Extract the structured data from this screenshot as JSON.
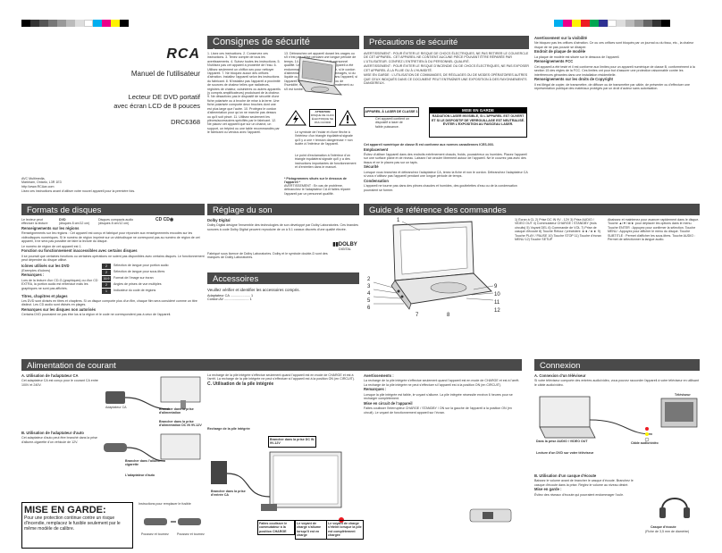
{
  "cover": {
    "brand": "RCA",
    "manual_title": "Manuel de l'utilisateur",
    "product_line1": "Lecteur DE DVD portatif",
    "product_line2": "avec écran LCD de 8 pouces",
    "model": "DRC6368",
    "address_line1": "AVC Multimedia,",
    "address_line2": "Markham, Ontario, L3R 1E3",
    "url": "http://www.RCAav.com",
    "intro": "Lisez ces instructions avant d'utiliser votre nouvel appareil pour la première fois."
  },
  "safety": {
    "title": "Consignes de sécurité importantes",
    "items_left": "1. Lisez ces instructions. 2. Conservez ces instructions. 3. Tenez compte de tous les avertissements. 4. Suivez toutes les instructions. 5. N'utilisez pas cet appareil à proximité de l'eau. 6. Utilisez seulement un chiffon sec pour nettoyer l'appareil. 7. Ne bloquez aucun des orifices d'aération. Installez l'appareil selon les instructions du fabricant. 8. N'installez pas l'appareil à proximité de sources de chaleur telles que radiateurs, registres de chaleur, cuisinières ou autres appareils (y compris amplificateurs) produisant de la chaleur. 9. Ne désactivez pas le dispositif de sécurité d'une fiche polarisée ou à broche de mise à la terre. Une fiche polarisée comporte deux broches dont une est plus large que l'autre. 10. Protégez le cordon d'alimentation pour qu'on ne marche pas dessus ou qu'il soit pincé. 11. Utilisez seulement les pièces/accessoires spécifiés par le fabricant. 12. Ne placez cet appareil que sur un chariot, un support, un trépied ou une table recommandés par le fabricant ou vendus avec l'appareil.",
    "items_right": "13. Débranchez cet appareil durant les orages ou s'il n'est pas utilisé pendant une longue période de temps. 14. Confiez l'entretien à du personnel qualifié. Un entretien est requis si l'appareil a été endommagé d'une façon quelconque, si le cordon d'alimentation ou la fiche sont endommagés, si du liquide ou des objets sont tombés dans l'appareil, si l'appareil a été exposé à de la pluie ou de l'humidité, s'il ne fonctionne pas normalement ou s'il est tombé.",
    "lightning_caption": "Le symbole de l'éclair et d'une flèche à l'intérieur d'un triangle équilatéral signale qu'il y a une « tension dangereuse » non isolée à l'intérieur de l'appareil.",
    "exclaim_caption": "Le point d'exclamation à l'intérieur d'un triangle équilatéral signale qu'il y a des instructions importantes de fonctionnement et d'entretien dans le manuel.",
    "footnote": "* Pictogrammes situés sur le dessous de l'appareil *",
    "warning_short": "AVERTISSEMENT : En cas de problème, débranchez le l'adaptateur CA et faites réparer l'appareil par un personnel qualifié.",
    "lightning_label": "ATTENTION",
    "lightning_sub": "RISQUE DE CHOC ÉLECTRIQUE NE PAS OUVRIR",
    "laser_label": "APPAREIL À LASER DE CLASSE 1",
    "laser_note": "Cet appareil contient un dispositif à laser de faible puissance."
  },
  "precautions": {
    "title": "Précautions de sécurité",
    "text1": "AVERTISSEMENT : POUR ÉVITER LE RISQUE DE CHOCS ÉLECTRIQUES, NE PAS RETIRER LE COUVERCLE DE CET APPAREIL. CET APPAREIL NE CONTIENT AUCUNE PIÈCE POUVANT ÊTRE RÉPARÉE PAR L'UTILISATEUR. CONFIEZ L'ENTRETIEN À DU PERSONNEL QUALIFIÉ.",
    "text2": "AVERTISSEMENT : POUR ÉVITER LE RISQUE D'INCENDIE OU DE CHOCS ÉLECTRIQUES, NE PAS EXPOSER CET APPAREIL À LA PLUIE OU À L'HUMIDITÉ.",
    "text3": "MISE EN GARDE : L'UTILISATION DE COMMANDES, DE RÉGLAGES OU DE MODES OPÉRATOIRES AUTRES QUE CEUX INDIQUÉS DANS CE DOCUMENT PEUT ENTRAÎNER UNE EXPOSITION À DES RAYONNEMENTS DANGEREUX.",
    "caution_title": "MISE EN GARDE",
    "caution_text": "RADIATION LASER INVISIBLE, SI L'APPAREIL EST OUVERT ET SI LE DISPOSITIF DE VERROUILLAGE EST NEUTRALISÉ. ÉVITER L'EXPOSITION AU FAISCEAU LASER.",
    "laser_comply": "Cet appareil numérique de classe B est conforme aux normes canadiennes ICES-003.",
    "placement_title": "Emplacement",
    "placement_text": "Évitez d'utiliser l'appareil dans des endroits extrêmement chauds, froids, poussiéreux ou humides. Placez l'appareil sur une surface plane et de niveau. Laissez l'air circuler librement autour de l'appareil. Ne le couvrez pas avec des tissus et ne le placez pas sur un tapis.",
    "security_title": "Sécurité",
    "security_text": "Lorsque vous branchez et débranchez l'adaptateur CA, tenez la fiche et non le cordon. Débranchez l'adaptateur CA si vous n'utilisez pas l'appareil pendant une longue période de temps.",
    "condensation_title": "Condensation",
    "condensation_text": "L'appareil ne tourne pas dans des pièces chaudes et humides, des gouttelettes d'eau ou de la condensation pourraient se former.",
    "right_warning_title": "Avertissement sur la visibilité",
    "right_warning_text": "Ne bloquez pas les orifices d'aération. Ce ou ces orifices sont bloqués par un journal ou du tissu, etc., la chaleur risque de ne pas pouvoir se dissiper.",
    "stand_title": "Endroit de plaque de modèle",
    "stand_text": "La plaque de modèle est située sur le dessous de l'appareil.",
    "fcc_title": "Renseignements FCC",
    "fcc_text": "Cet appareil a été testé et il est conforme aux limites pour un appareil numérique de classe B, conformément à la section 15 des règles de la FCC. Ces limites ont pour but d'assurer une protection raisonnable contre les interférences gênantes dans une installation résidentielle.",
    "copyright_title": "Renseignements sur les droits de Copyright",
    "copyright_text": "Il est illégal de copier, de transmettre, de diffuser ou de transmettre par câble, de présenter ou d'effectuer une représentation publique des matériaux protégés par un droit d'auteur sans autorisation."
  },
  "sections": {
    "formats": "Formats de disques",
    "sound": "Réglage du son",
    "guide": "Guide de référence des commandes",
    "accessories": "Accessoires",
    "power": "Alimentation de courant",
    "connection": "Connexion"
  },
  "formats": {
    "player_reads": "Le lecteur peut effectuer la lecture",
    "dvd_label": "DVD",
    "dvd_size": "(disques 8 cm/12 cm)",
    "cd_label": "Disques compacts audio",
    "cd_size": "(disques 8 cm/12 cm)",
    "region_title": "Renseignements sur les régions",
    "region_text": "Renseignements sur les régions : Cet appareil est conçu et fabriqué pour répondre aux renseignements encodés sur les vidéodisques numériques. Si le numéro de région imprimé sur un vidéodisque ne correspond pas au numéro de région de cet appareil, il ne sera pas possible de faire la lecture du disque.",
    "region_note": "Le numéro de région de cet appareil est 1.",
    "functions_title": "Fonction ou fonctionnement inaccessibles avec certains disques",
    "functions_text": "Il se pourrait que certaines fonctions ou certaines opérations ne soient pas disponibles avec certains disques. Le fonctionnement peut dépendre du disque utilisé.",
    "icons_title": "Icônes utilisés sur les DVD",
    "icons_sub": "(Exemples d'icônes)",
    "remarks_title": "Remarques :",
    "remarks_text": "Lors de la lecture d'un CD-G (graphiques) ou d'un CD EXTRA, la portion audio est entendue mais les graphiques ne sont pas affichés.",
    "icon_rows": [
      {
        "badge": "2",
        "text": "Sélection de langue pour portion audio"
      },
      {
        "badge": "2",
        "text": "Sélection de langue pour sous-titres"
      },
      {
        "badge": "16:9",
        "text": "Format de l'image sur écran"
      },
      {
        "badge": "2",
        "text": "Angles de prises de vue multiples"
      },
      {
        "badge": "1",
        "text": "Indicateur du code de régions"
      }
    ],
    "titles_title": "Titres, chapitres et plages",
    "titles_text": "Les DVD sont divisés en titres et chapitres. Si un disque comporte plus d'un film, chaque film sera considéré comme un titre distinct. Les CD audio sont divisés en plages.",
    "unauthorized_title": "Remarques sur les disques non autorisés",
    "unauthorized_text": "Certains DVD pourraient ne pas être lus si la région et le code ne correspondent pas à ceux de l'appareil."
  },
  "sound": {
    "dolby_title": "Dolby Digital",
    "dolby_text": "Dolby Digital désigne l'ensemble des technologies de son développé par Dolby Laboratories. Ces brandes sonores à code Dolby Digital peuvent reproduire de un à 5.1 canaux discrets d'une qualité élevée.",
    "dolby_logo": "DOLBY",
    "dolby_logo_sub": "DIGITAL",
    "licence": "Fabriqué sous licence de Dolby Laboratories. Dolby et le symbole double-D sont des marques de Dolby Laboratories."
  },
  "accessories": {
    "text": "Veuillez vérifier et identifier les accessoires compris.",
    "items": [
      "Adaptateur CA ..................... 1",
      "Cordon AV .......................... 1"
    ]
  },
  "guide": {
    "callouts": [
      "1",
      "2",
      "3",
      "4",
      "5",
      "6",
      "7",
      "8",
      "9",
      "10",
      "11",
      "12"
    ],
    "left_list": "1) Écran à CL 2) Prise DC IN 9V - 12V 3) Prise AUDIO / VIDEO OUT 4) Commutateur CHARGE / STANDBY (trois circuits) 5) Voyant DEL 6) Commande de VOL 7) Prise de casque d'écoute 8) Touche Retour / précédent ◄◄ / ►► 9) Touche PLAY / PAUSE 10) Touche STOP 11) Touche d'écran MENU 12) Touche SETUP",
    "right_list": "Abaissez et maintenez pour avancer rapidement dans le disque. Touche ▲/▼/◄/► pour déplacer les options dans le menu. Touche ENTER : Appuyez pour confirmer la sélection. Touche MENU : Appuyez pour afficher le menu du disque. Touche SUBTITLE : Permet d'afficher les sous-titres. Touche AUDIO : Permet de sélectionner la langue audio."
  },
  "power": {
    "a_title": "A. Utilisation de l'adaptateur CA",
    "a_text": "Cet adaptateur CA est conçu pour le courant CA entre 100V et 240V.",
    "adapter_label": "Adaptateur CA",
    "to_outlet": "Brancher dans la prise d'alimentation",
    "to_dc": "Brancher dans la prise d'alimentation DC IN 9V-12V",
    "b_title": "B. Utilisation de l'adaptateur d'auto",
    "b_text": "Cet adaptateur d'auto peut être branché dans la prise d'allume-cigarette d'un véhicule de 12V.",
    "car_to_socket": "Brancher dans l'allume-cigarette",
    "car_adapter": "L'adaptateur d'auto",
    "caution_title": "MISE EN GARDE:",
    "caution_text": "Pour une protection continue contre un risque d'incendie, remplacez le fusible seulement par le même modèle de calibre.",
    "fuse_title": "Instructions pour remplacer le fusible",
    "fuse_steps": [
      "Poussez et tournez",
      "Poussez et tournez"
    ],
    "c_title": "C. Utilisation de la pile intégrée",
    "battery_label": "Recharge de la pile intégrée",
    "battery_callouts": [
      "Brancher dans la prise DC IN 9V-12V",
      "Brancher dans la prise d'entrée CA",
      "Faites coulisser le commutateur à la position CHARGE",
      "Le voyant de charge s'allume lorsqu'il est en charge",
      "Le voyant de charge s'éteint lorsque la pile est complètement chargée"
    ],
    "warnings_title": "Avertissements :",
    "warnings_text": "La recharge de la pile intégrée s'effectue seulement quand l'appareil est en mode de CHARGE et est à l'arrêt. La recharge de la pile intégrée ne peut s'effectuer si l'appareil est à la position ON (en CIRCUIT).",
    "remarks_title": "Remarques :",
    "remarks_text": "Lorsque la pile intégrée est faible, le voyant s'allume. La pile intégrée nécessite environ 6 heures pour se recharger complètement.",
    "saving_title": "Mise en circuit de l'appareil",
    "saving_text": "Faites coulisser l'interrupteur CHARGE / STANDBY / ON sur la gauche de l'appareil à la position ON (en circuit). Le voyant de fonctionnement appareil sur l'écran."
  },
  "connection": {
    "a_title": "A. Connexion d'un téléviseur",
    "a_text": "Si votre téléviseur comporte des entrées audio/vidéo, vous pouvez raccorder l'appareil à votre téléviseur en utilisant le câble audio/vidéo.",
    "tv_label": "Téléviseur",
    "port_label": "Dans la prise AUDIO / VIDEO OUT",
    "cable_label": "Câble audio/vidéo",
    "to_tv": "Lecture d'un DVD sur votre téléviseur",
    "b_title": "B. Utilisation d'un casque d'écoute",
    "b_text": "Baissez le volume avant de brancher le casque d'écoute. Branchez le casque d'écoute dans la prise. Réglez le volume au niveau désiré.",
    "headphone_label": "Casque d'écoute",
    "headphone_sub": "(Fiche de 3,5 mm de diamètre)",
    "headphone_warn_title": "Mise en garde :",
    "headphone_warn": "Évitez des niveaux d'écoute qui pourraient endommager l'ouïe."
  }
}
